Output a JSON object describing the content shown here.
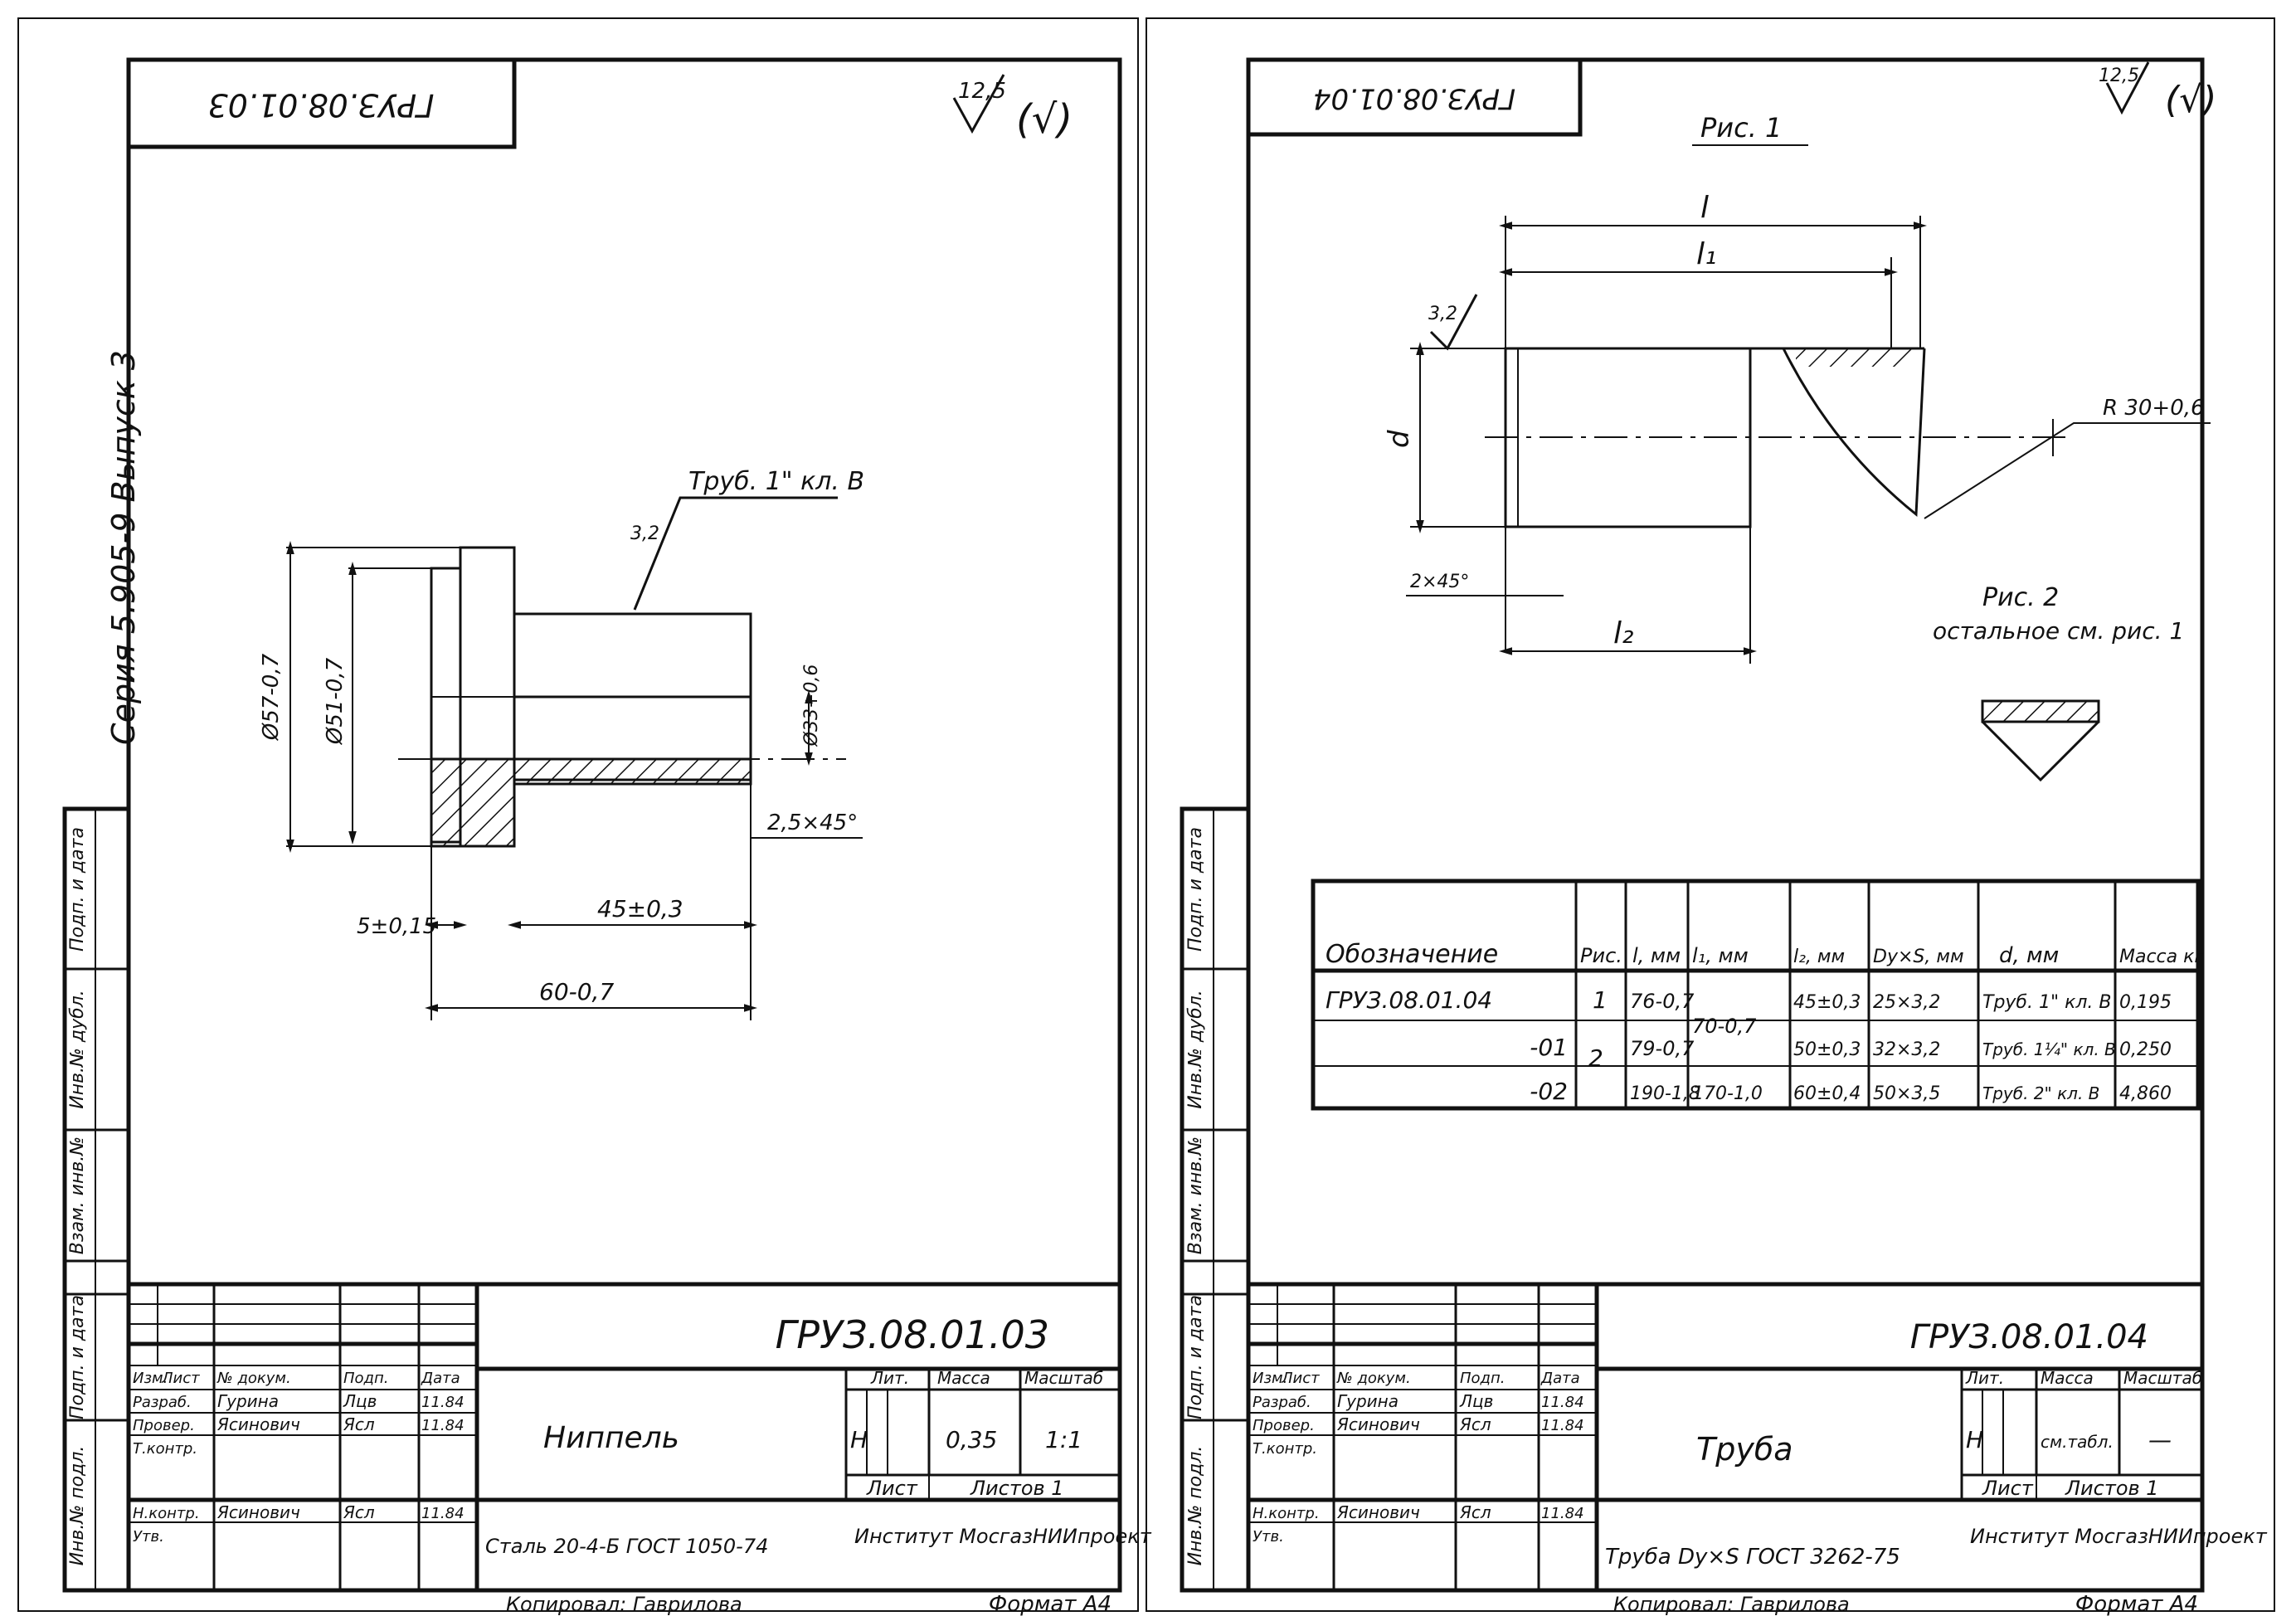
{
  "left_sheet": {
    "code_box": "ГРУЗ.08.01.03",
    "roughness": "12,5",
    "roughness_mark": "(√)",
    "series_vertical": "Серия 5.905-9  Выпуск 3",
    "drawing": {
      "callout": "Труб. 1\" кл. В",
      "callout_roughness": "3,2",
      "dims": {
        "d57": "Ø57-0,7",
        "d51": "Ø51-0,7",
        "d33": "Ø33+0,6",
        "chamfer": "2,5×45°",
        "w5": "5±0,15",
        "l45": "45±0,3",
        "l60": "60-0,7"
      }
    },
    "title_block": {
      "designation": "ГРУЗ.08.01.03",
      "name": "Ниппель",
      "material": "Сталь 20-4-Б ГОСТ 1050-74",
      "institute": "Институт МосгазНИИпроект",
      "lit_header": "Лит.",
      "mass_header": "Масса",
      "scale_header": "Масштаб",
      "lit": "Н",
      "mass": "0,35",
      "scale": "1:1",
      "sheet_label": "Лист",
      "sheets_label": "Листов 1",
      "rows": [
        {
          "role": "Изм.",
          "col2": "Лист",
          "col3": "№ докум.",
          "col4": "Подп.",
          "col5": "Дата"
        },
        {
          "role": "Разраб.",
          "col2": "Гурина",
          "col3": "",
          "col4": "Лцв",
          "col5": "11.84"
        },
        {
          "role": "Провер.",
          "col2": "Ясинович",
          "col3": "",
          "col4": "Ясл",
          "col5": "11.84"
        },
        {
          "role": "Т.контр.",
          "col2": "",
          "col3": "",
          "col4": "",
          "col5": ""
        },
        {
          "role": "Н.контр.",
          "col2": "Ясинович",
          "col3": "",
          "col4": "Ясл",
          "col5": "11.84"
        },
        {
          "role": "Утв.",
          "col2": "",
          "col3": "",
          "col4": "",
          "col5": ""
        }
      ],
      "copied": "Копировал: Гаврилова",
      "format": "Формат А4"
    },
    "side_labels": [
      "Инв.№ подл.",
      "Подп. и дата",
      "Взам. инв.№",
      "Инв.№ дубл.",
      "Подп. и дата"
    ]
  },
  "right_sheet": {
    "code_box": "ГРУЗ.08.01.04",
    "roughness": "12,5",
    "roughness_mark": "(√)",
    "fig1_label": "Рис. 1",
    "fig2_label": "Рис. 2",
    "fig2_note": "остальное см. рис. 1",
    "drawing": {
      "l": "l",
      "l1": "l₁",
      "l2": "l₂",
      "d": "d",
      "roughness": "3,2",
      "chamfer": "2×45°",
      "radius": "R 30+0,6"
    },
    "table": {
      "headers": [
        "Обозначение",
        "Рис.",
        "l, мм",
        "l₁, мм",
        "l₂, мм",
        "Dy×S, мм",
        "d, мм",
        "Масса кг"
      ],
      "rows": [
        [
          "ГРУЗ.08.01.04",
          "1",
          "76-0,7",
          "70-0,7",
          "45±0,3",
          "25×3,2",
          "Труб. 1\" кл. В",
          "0,195"
        ],
        [
          "-01",
          "2",
          "79-0,7",
          "",
          "50±0,3",
          "32×3,2",
          "Труб. 1¼\" кл. В",
          "0,250"
        ],
        [
          "-02",
          "",
          "190-1,8",
          "170-1,0",
          "60±0,4",
          "50×3,5",
          "Труб. 2\" кл. В",
          "4,860"
        ]
      ]
    },
    "title_block": {
      "designation": "ГРУЗ.08.01.04",
      "name": "Труба",
      "material": "Труба Dy×S ГОСТ 3262-75",
      "institute": "Институт МосгазНИИпроект",
      "lit_header": "Лит.",
      "mass_header": "Масса",
      "scale_header": "Масштаб",
      "lit": "Н",
      "mass": "см.табл.",
      "scale": "—",
      "sheet_label": "Лист",
      "sheets_label": "Листов 1",
      "rows": [
        {
          "role": "Изм.",
          "col2": "Лист",
          "col3": "№ докум.",
          "col4": "Подп.",
          "col5": "Дата"
        },
        {
          "role": "Разраб.",
          "col2": "Гурина",
          "col3": "",
          "col4": "Лцв",
          "col5": "11.84"
        },
        {
          "role": "Провер.",
          "col2": "Ясинович",
          "col3": "",
          "col4": "Ясл",
          "col5": "11.84"
        },
        {
          "role": "Т.контр.",
          "col2": "",
          "col3": "",
          "col4": "",
          "col5": ""
        },
        {
          "role": "Н.контр.",
          "col2": "Ясинович",
          "col3": "",
          "col4": "Ясл",
          "col5": "11.84"
        },
        {
          "role": "Утв.",
          "col2": "",
          "col3": "",
          "col4": "",
          "col5": ""
        }
      ],
      "copied": "Копировал: Гаврилова",
      "format": "Формат А4"
    },
    "side_labels": [
      "Инв.№ подл.",
      "Подп. и дата",
      "Взам. инв.№",
      "Инв.№ дубл.",
      "Подп. и дата"
    ]
  }
}
